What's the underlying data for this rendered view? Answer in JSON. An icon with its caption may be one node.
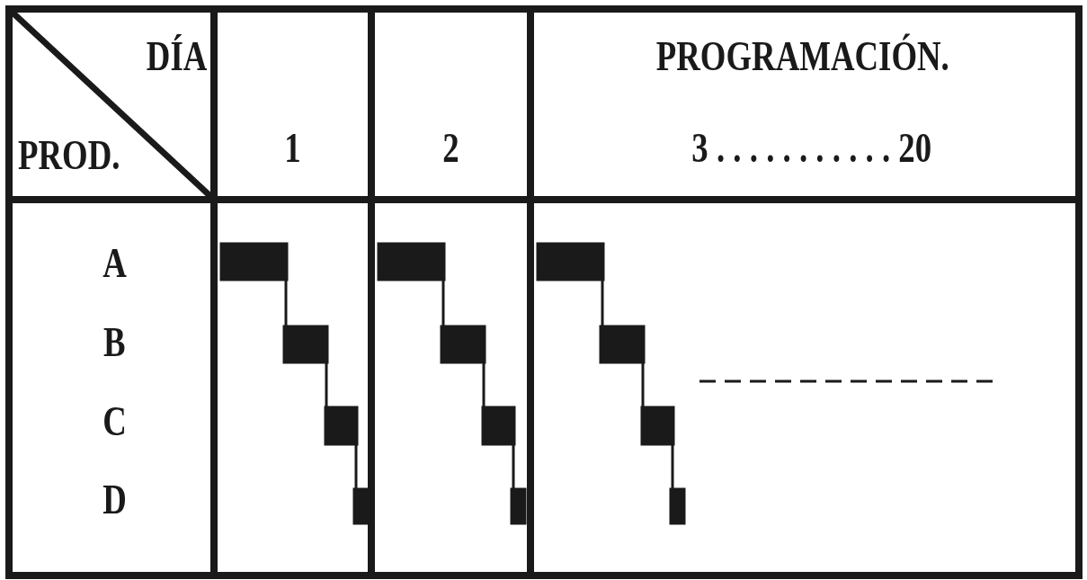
{
  "diagram": {
    "labels": [
      "DÍA",
      "PROD.",
      "1",
      "2",
      "PROGRAMACIÓN.",
      "3 . . . . . . . . . . . 20",
      "A",
      "B",
      "C",
      "D"
    ]
  }
}
